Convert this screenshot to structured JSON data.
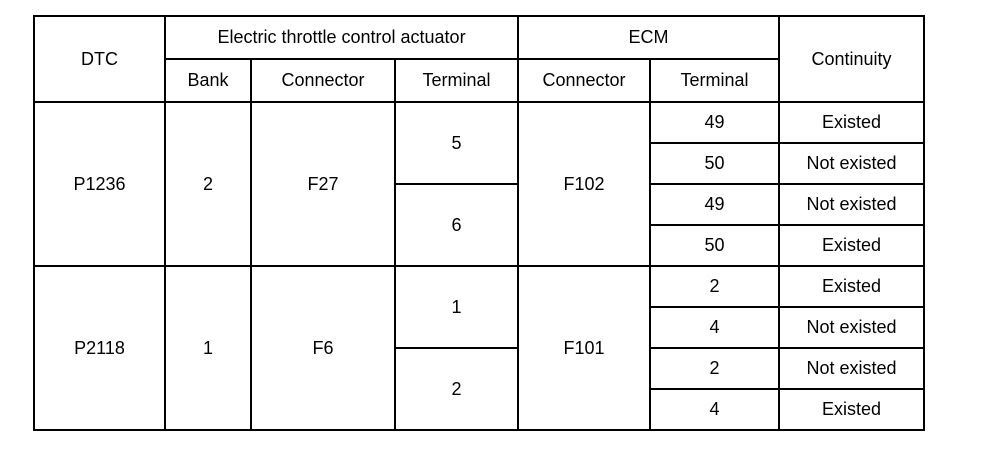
{
  "table": {
    "headers": {
      "dtc": "DTC",
      "actuator_group": "Electric throttle control actuator",
      "ecm_group": "ECM",
      "bank": "Bank",
      "actuator_connector": "Connector",
      "actuator_terminal": "Terminal",
      "ecm_connector": "Connector",
      "ecm_terminal": "Terminal",
      "continuity": "Continuity"
    },
    "groups": [
      {
        "dtc": "P1236",
        "bank": "2",
        "connector": "F27",
        "ecm_connector": "F102",
        "terminal_pairs": [
          {
            "terminal": "5",
            "checks": [
              {
                "ecm_terminal": "49",
                "continuity": "Existed"
              },
              {
                "ecm_terminal": "50",
                "continuity": "Not existed"
              }
            ]
          },
          {
            "terminal": "6",
            "checks": [
              {
                "ecm_terminal": "49",
                "continuity": "Not existed"
              },
              {
                "ecm_terminal": "50",
                "continuity": "Existed"
              }
            ]
          }
        ]
      },
      {
        "dtc": "P2118",
        "bank": "1",
        "connector": "F6",
        "ecm_connector": "F101",
        "terminal_pairs": [
          {
            "terminal": "1",
            "checks": [
              {
                "ecm_terminal": "2",
                "continuity": "Existed"
              },
              {
                "ecm_terminal": "4",
                "continuity": "Not existed"
              }
            ]
          },
          {
            "terminal": "2",
            "checks": [
              {
                "ecm_terminal": "2",
                "continuity": "Not existed"
              },
              {
                "ecm_terminal": "4",
                "continuity": "Existed"
              }
            ]
          }
        ]
      }
    ],
    "colors": {
      "border": "#000000",
      "background": "#ffffff",
      "text": "#000000"
    }
  }
}
